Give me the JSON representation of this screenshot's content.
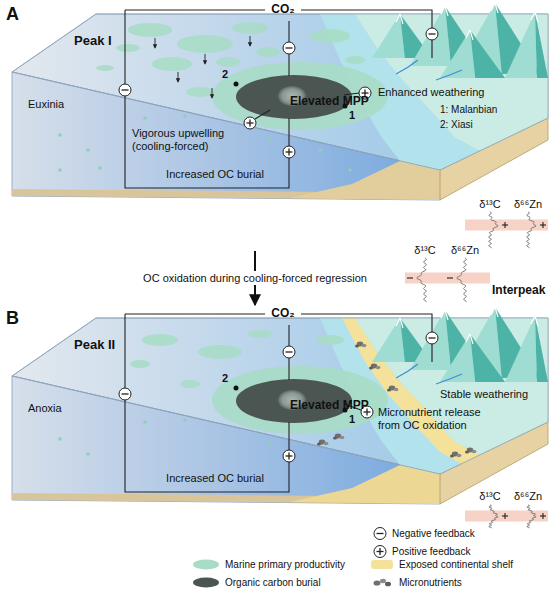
{
  "diagram": {
    "nodes": [
      {
        "text": [
          "A",
          "Peak I"
        ]
      },
      {
        "text": [
          "Elevated MPP"
        ],
        "in": 0
      },
      {
        "text": [
          "B",
          "Peak II"
        ]
      },
      {
        "text": [
          "Elevated MPP"
        ],
        "in": 2
      }
    ],
    "edges": [
      {
        "from": 0,
        "to": 2,
        "arrow": "to",
        "label": "OC oxidation during cooling-forced regression"
      }
    ],
    "labels": [
      "CO₂",
      "Euxinia",
      "2",
      "1",
      "Enhanced weathering",
      "1: Malanbian",
      "2: Xiasi",
      "Vigorous upwelling (cooling-forced)",
      "Increased OC burial",
      "δ¹³C",
      "δ⁶⁶Zn",
      "δ¹³C",
      "δ⁶⁶Zn",
      "Interpeak",
      "CO₂",
      "Stable weathering",
      "Micronutrient release from OC oxidation",
      "Anoxia",
      "2",
      "1",
      "Increased OC burial",
      "δ¹³C",
      "δ⁶⁶Zn"
    ],
    "legend": [
      {
        "text": "Negative feedback"
      },
      {
        "text": "Positive feedback"
      },
      {
        "text": "Marine primary productivity",
        "color": "#a8dcc6"
      },
      {
        "text": "Exposed continental shelf",
        "color": "#f5e29a"
      },
      {
        "text": "Organic carbon burial",
        "color": "#4b5652"
      },
      {
        "text": "Micronutrients"
      }
    ]
  }
}
